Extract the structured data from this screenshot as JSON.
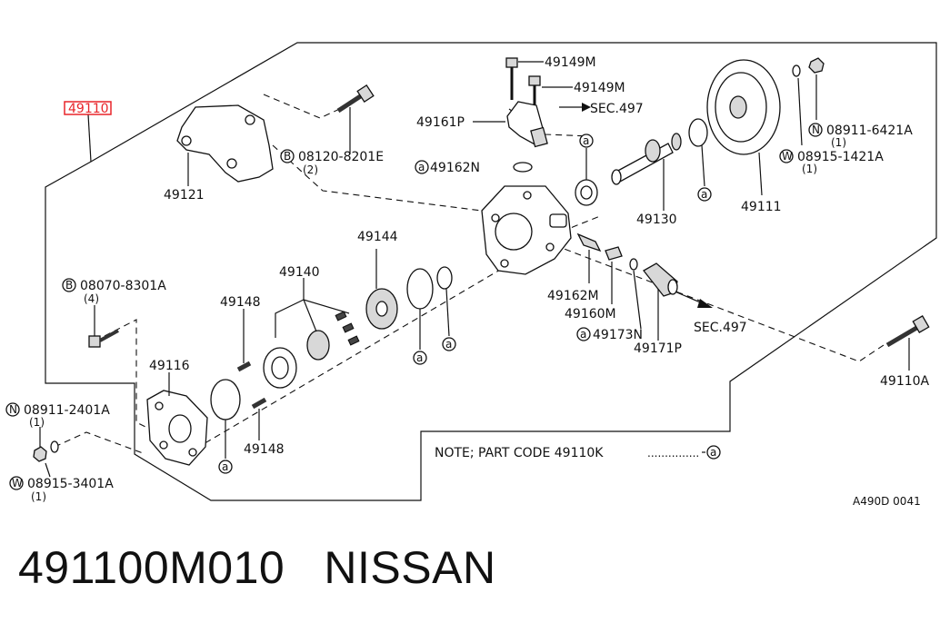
{
  "highlight_label": "49110",
  "labels": {
    "p49121": "49121",
    "p49116": "49116",
    "p49144": "49144",
    "p49140": "49140",
    "p49148a": "49148",
    "p49148b": "49148",
    "p49149m_a": "49149M",
    "p49149m_b": "49149M",
    "p49161p": "49161P",
    "p49162n": "49162N",
    "p49162m": "49162M",
    "p49160m": "49160M",
    "p49173n": "49173N",
    "p49171p": "49171P",
    "p49130": "49130",
    "p49111": "49111",
    "p49110a": "49110A",
    "sec497a": "SEC.497",
    "sec497b": "SEC.497"
  },
  "fasteners": {
    "b08120": {
      "prefix": "B",
      "code": "08120-8201E",
      "qty": "(2)"
    },
    "b08070": {
      "prefix": "B",
      "code": "08070-8301A",
      "qty": "(4)"
    },
    "n08911_6421": {
      "prefix": "N",
      "code": "08911-6421A",
      "qty": "(1)"
    },
    "w08915_1421": {
      "prefix": "W",
      "code": "08915-1421A",
      "qty": "(1)"
    },
    "n08911_2401": {
      "prefix": "N",
      "code": "08911-2401A",
      "qty": "(1)"
    },
    "w08915_3401": {
      "prefix": "W",
      "code": "08915-3401A",
      "qty": "(1)"
    }
  },
  "ref_mark": "a",
  "note": {
    "text": "NOTE; PART CODE 49110K",
    "dots": "..............."
  },
  "diagram_code": "A490D 0041",
  "footer": {
    "part_number": "491100M010",
    "brand": "NISSAN"
  }
}
